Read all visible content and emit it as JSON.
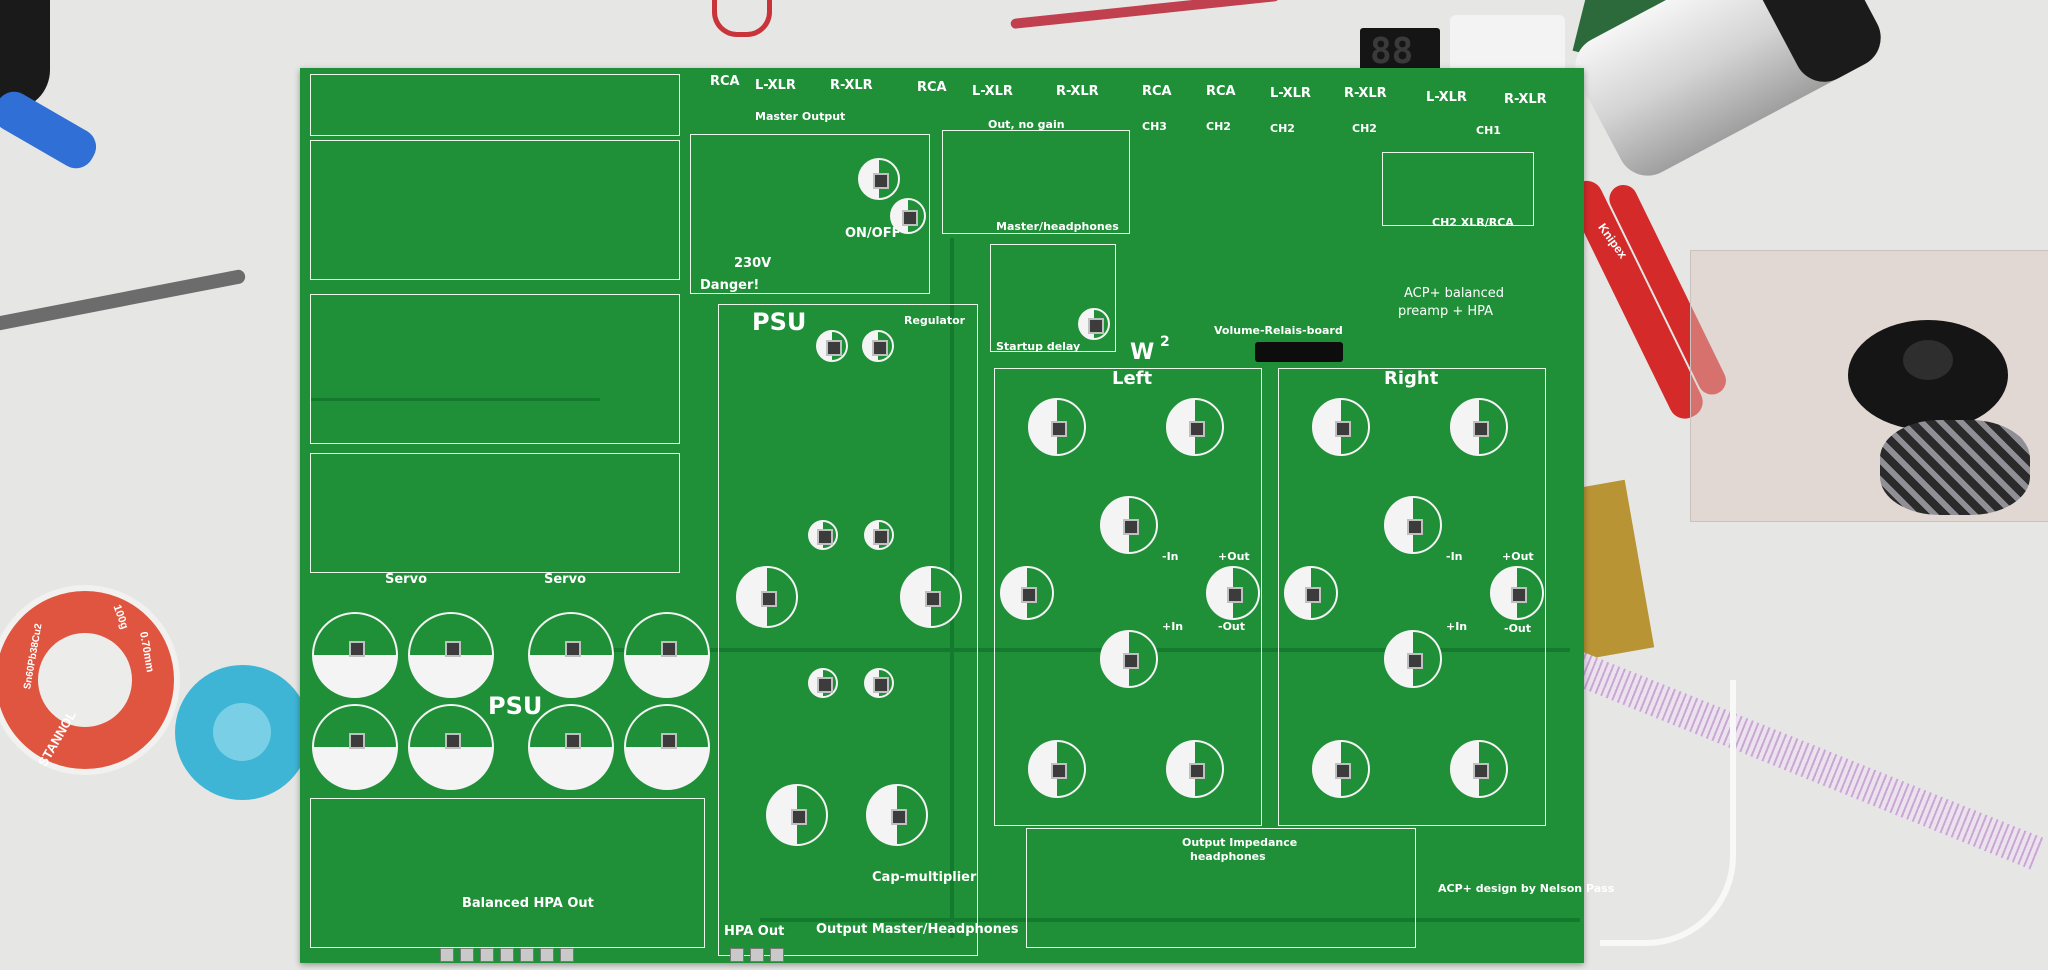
{
  "image": {
    "type": "photo"
  },
  "pcb": {
    "top_labels": {
      "rca_1": "RCA",
      "lxlr_1": "L-XLR",
      "rxlr_1": "R-XLR",
      "rca_2": "RCA",
      "lxlr_2": "L-XLR",
      "rxlr_2": "R-XLR",
      "rca_3": "RCA",
      "rca_4": "RCA",
      "lxlr_3": "L-XLR",
      "rxlr_3": "R-XLR",
      "lxlr_4": "L-XLR",
      "rxlr_4": "R-XLR"
    },
    "section_labels": {
      "master_output": "Master Output",
      "out_no_gain": "Out, no gain",
      "ch3": "CH3",
      "ch2_a": "CH2",
      "ch2_b": "CH2",
      "ch2_c": "CH2",
      "ch1": "CH1",
      "master_headphones": "Master/headphones",
      "ch2_xlr_rca": "CH2 XLR/RCA",
      "on_off": "ON/OFF",
      "v230": "230V",
      "danger": "Danger!",
      "psu_mid": "PSU",
      "regulator": "Regulator",
      "startup_delay": "Startup delay",
      "volume_relais_board": "Volume-Relais-board",
      "title_line1": "ACP+ balanced",
      "title_line2": "preamp + HPA",
      "w2": "W",
      "w2_sup": "2",
      "left": "Left",
      "right": "Right",
      "servo_1": "Servo",
      "servo_2": "Servo",
      "psu_left": "PSU",
      "cap_multiplier": "Cap-multiplier",
      "output_impedance_1": "Output Impedance",
      "output_impedance_2": "headphones",
      "acp_design": "ACP+ design by Nelson Pass",
      "balanced_hpa_out": "Balanced HPA Out",
      "hpa_out": "HPA Out",
      "output_master_headphones": "Output Master/Headphones",
      "in_plus_1": "+In",
      "in_plus_2": "+In",
      "out_minus_1": "-Out",
      "out_minus_2": "-Out",
      "out_plus_1": "+Out",
      "out_plus_2": "+Out",
      "in_minus_1": "-In",
      "in_minus_2": "-In"
    }
  },
  "props": {
    "display_digits": "88",
    "solder_spool_1": "STANNOL",
    "solder_spool_2": "100g",
    "solder_spool_3": "0.70mm",
    "solder_spool_4": "Sn60Pb38Cu2",
    "pliers_brand": "Knipex"
  },
  "colors": {
    "pcb": "#1f8f38",
    "silkscreen": "#ffffff",
    "table": "#e4e4e2",
    "spool_red": "#e0553f",
    "spool_blue": "#3fb5d6",
    "pliers_red": "#d42a2a"
  }
}
